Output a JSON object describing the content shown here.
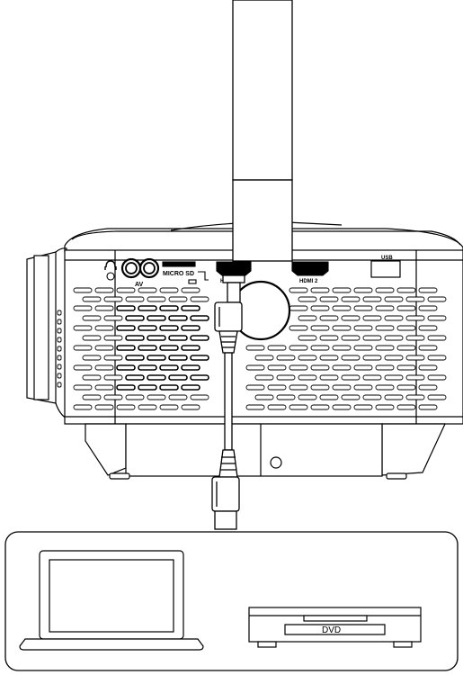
{
  "labels": {
    "av": "AV",
    "micro_sd": "MICRO SD",
    "hdmi1": "HDMI 1",
    "hdmi2": "HDMI 2",
    "usb": "USB",
    "dvd": "DVD"
  },
  "colors": {
    "line": "#000000",
    "background": "#ffffff"
  },
  "icons": {
    "headphone": "headphone-icon"
  }
}
